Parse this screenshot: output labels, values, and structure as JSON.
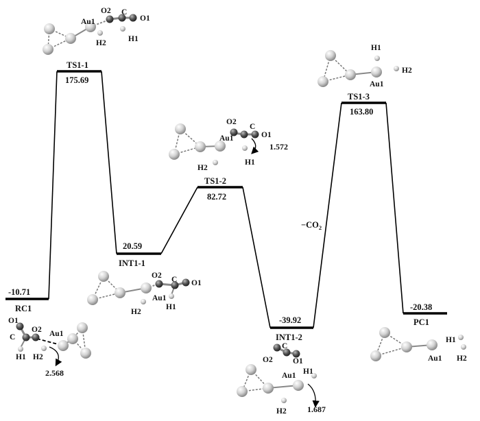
{
  "levels": [
    {
      "id": "RC1",
      "name": "RC1",
      "value": "-10.71"
    },
    {
      "id": "TS1-1",
      "name": "TS1-1",
      "value": "175.69"
    },
    {
      "id": "INT1-1",
      "name": "INT1-1",
      "value": "20.59"
    },
    {
      "id": "TS1-2",
      "name": "TS1-2",
      "value": "82.72"
    },
    {
      "id": "INT1-2",
      "name": "INT1-2",
      "value": "-39.92"
    },
    {
      "id": "TS1-3",
      "name": "TS1-3",
      "value": "163.80"
    },
    {
      "id": "PC1",
      "name": "PC1",
      "value": "-20.38"
    }
  ],
  "annotation": "−CO",
  "annotation_sub": "2",
  "atoms": {
    "au": "Au1",
    "c": "C",
    "o1": "O1",
    "o2": "O2",
    "h1": "H1",
    "h2": "H2"
  },
  "distances": {
    "rc1": "2.568",
    "ts12": "1.572",
    "int12": "1.687"
  },
  "colors": {
    "line": "#000000",
    "atom_light": "#c8c8c8",
    "atom_dark": "#555555"
  }
}
